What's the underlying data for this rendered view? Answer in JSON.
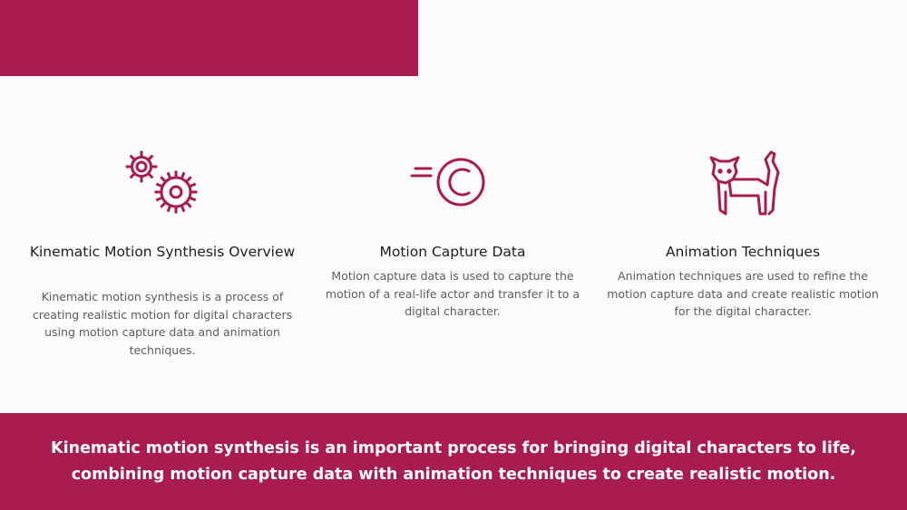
{
  "colors": {
    "accent": "#a81c50",
    "background": "#fdfcfb",
    "heading": "#1e1e1e",
    "body_text": "#5c5c5c"
  },
  "columns": [
    {
      "icon": "gears-icon",
      "title": "Kinematic Motion Synthesis Overview",
      "description": "Kinematic motion synthesis is a process of creating realistic motion for digital characters using motion capture data and animation techniques."
    },
    {
      "icon": "motion-circle-icon",
      "title": "Motion Capture Data",
      "description": "Motion capture data is used to capture the motion of a real-life actor and transfer it to a digital character."
    },
    {
      "icon": "cat-icon",
      "title": "Animation Techniques",
      "description": "Animation techniques are used to refine the motion capture data and create realistic motion for the digital character."
    }
  ],
  "footer": {
    "summary": "Kinematic motion synthesis is an important process for bringing digital characters to life, combining motion capture data with animation techniques to create realistic motion."
  }
}
